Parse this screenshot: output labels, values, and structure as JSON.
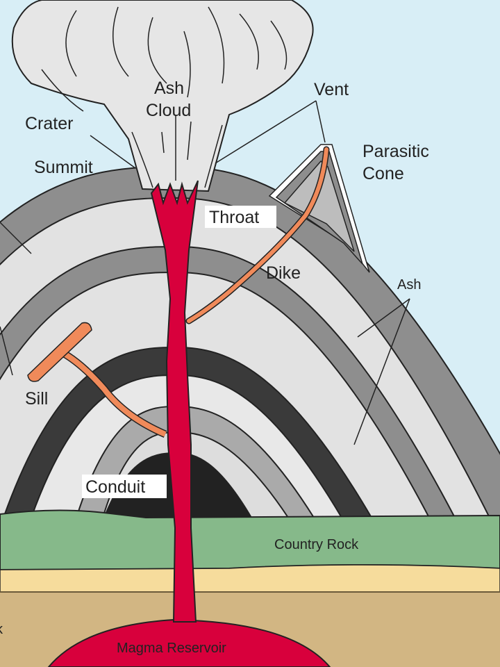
{
  "labels": {
    "ash_cloud_1": "Ash",
    "ash_cloud_2": "Cloud",
    "vent": "Vent",
    "crater": "Crater",
    "summit": "Summit",
    "parasitic_1": "Parasitic",
    "parasitic_2": "Cone",
    "throat": "Throat",
    "dike": "Dike",
    "ash": "Ash",
    "sill": "Sill",
    "conduit": "Conduit",
    "country_rock": "Country Rock",
    "magma_reservoir": "Magma Reservoir",
    "rock_cut": "k"
  },
  "colors": {
    "sky": "#d8eef6",
    "ash_cloud": "#e6e6e6",
    "magma": "#d8003c",
    "dike": "#f08a5a",
    "country_rock": "#86b98a",
    "sand_layer": "#f6dc9c",
    "bedrock": "#d2b683",
    "band_dark": "#8e8e8e",
    "band_light": "#e2e2e2",
    "band_black": "#3a3a3a"
  }
}
